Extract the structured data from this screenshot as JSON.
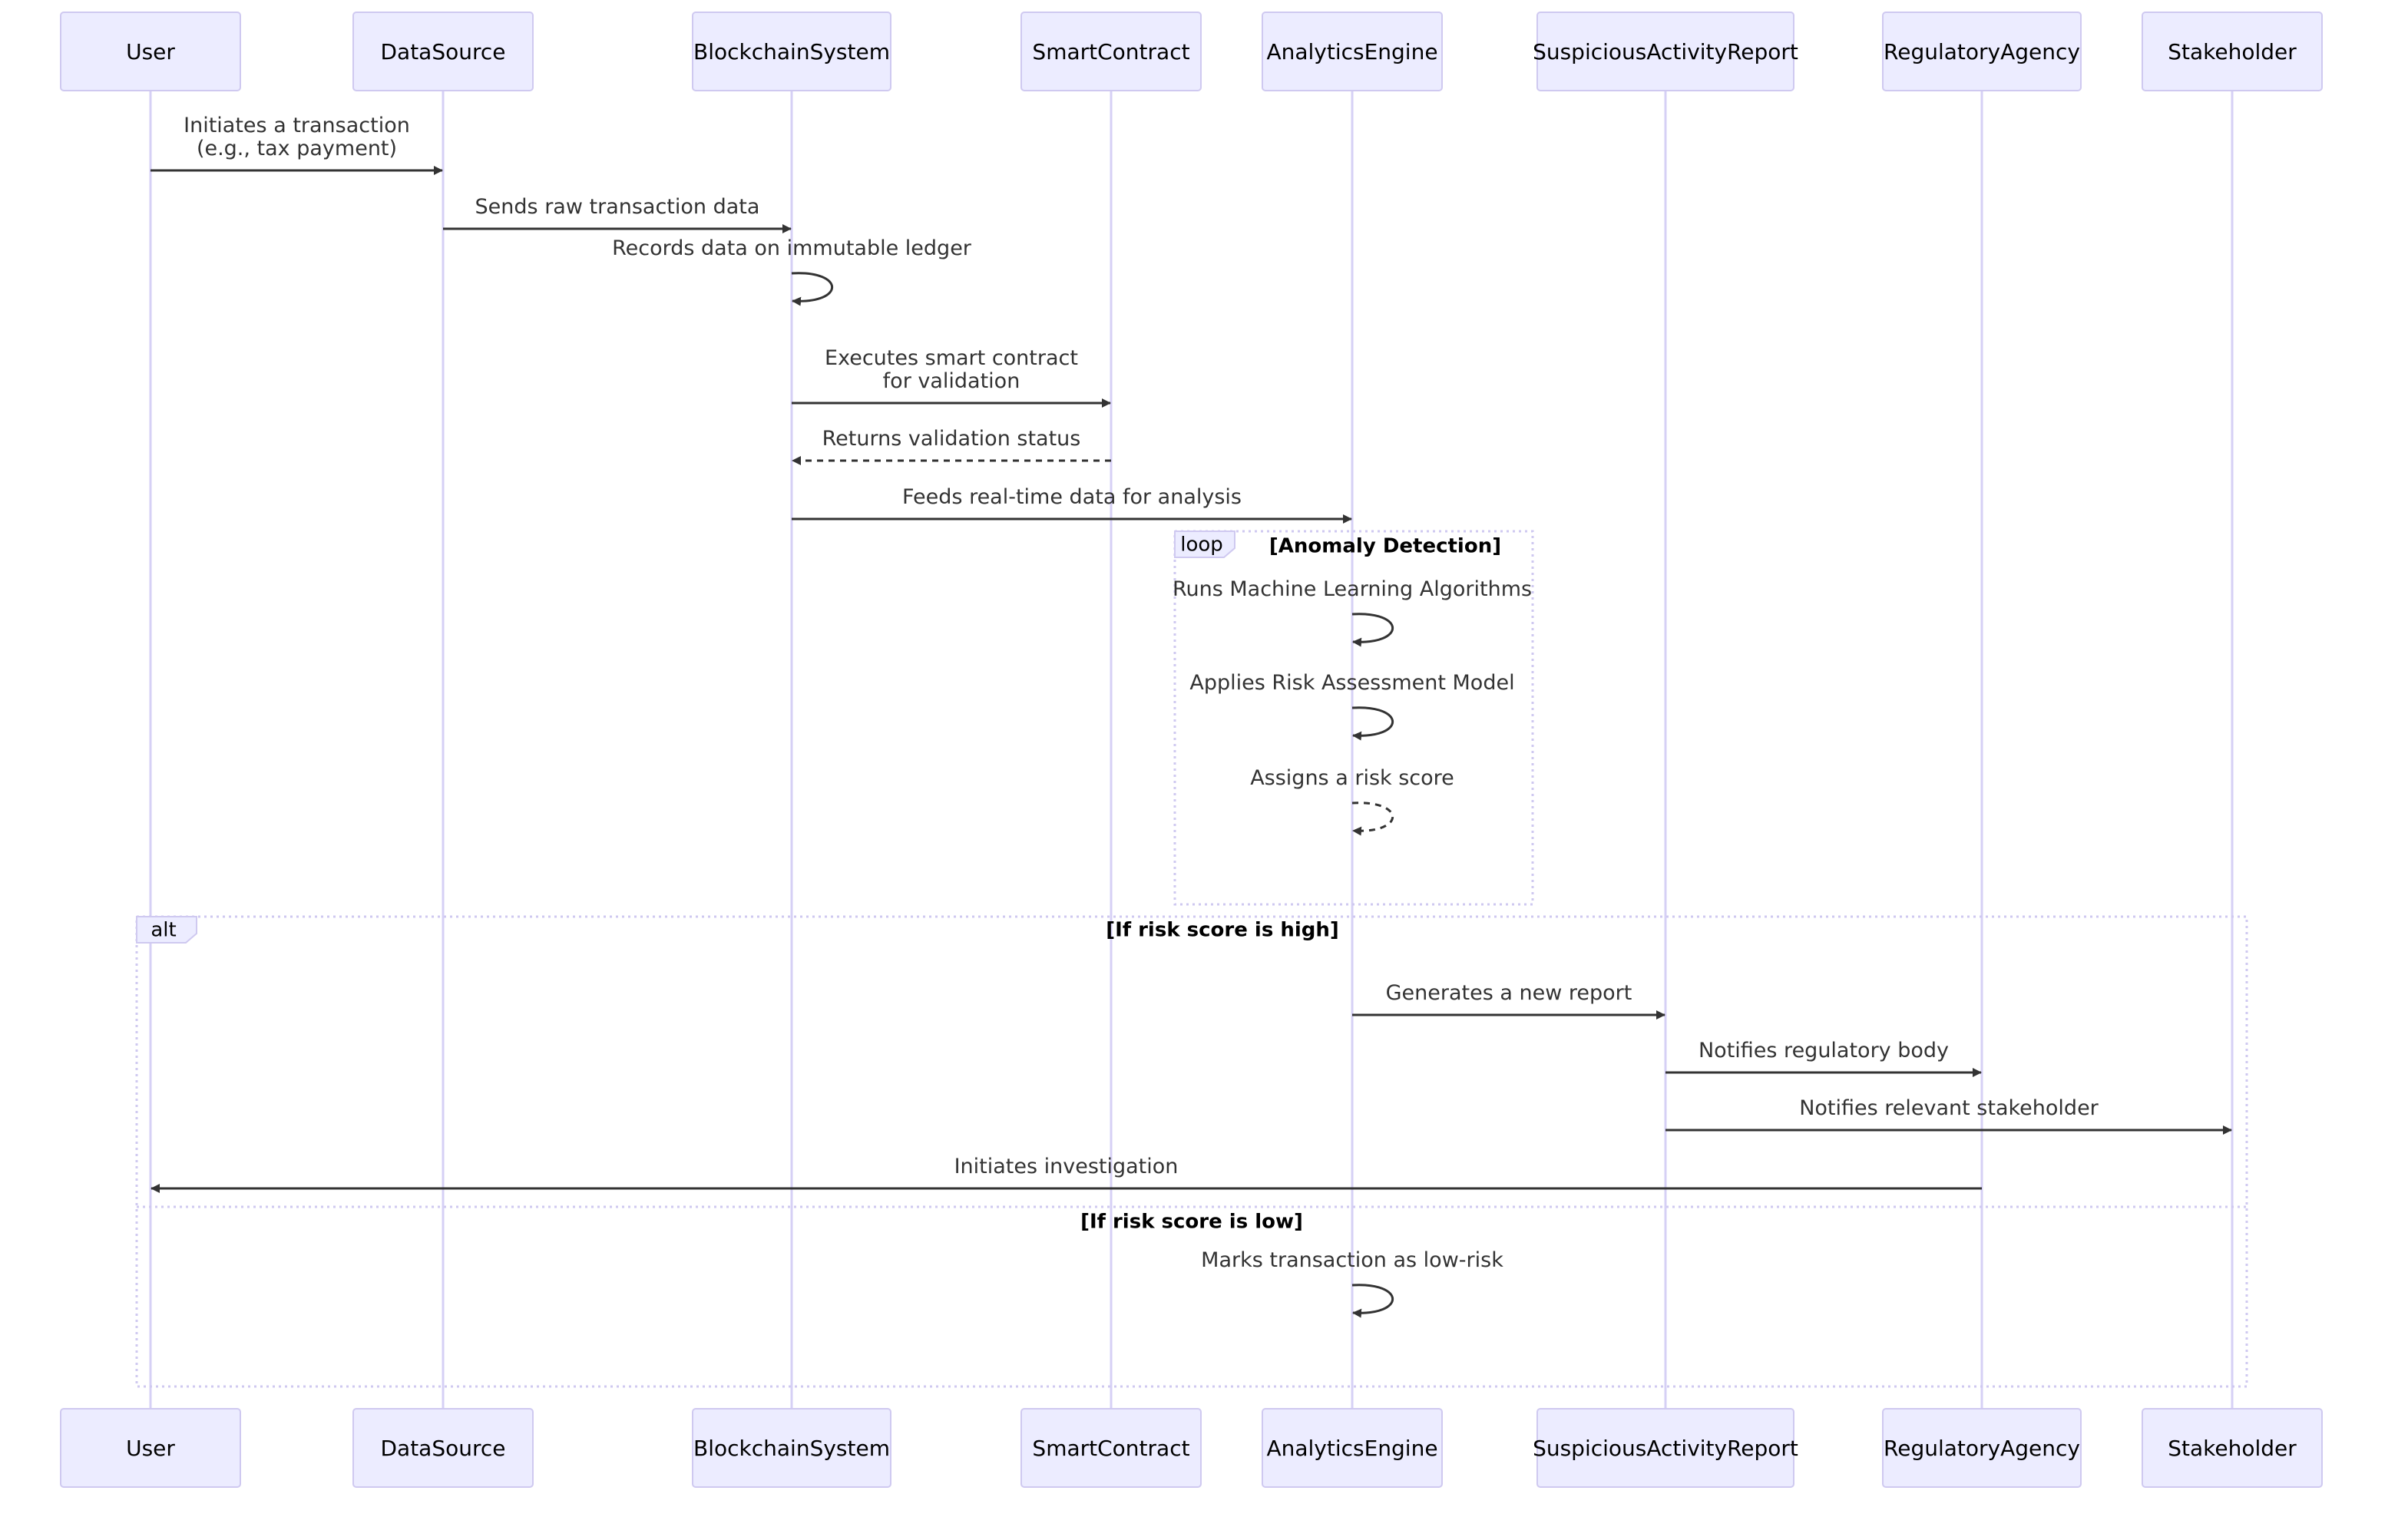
{
  "participants": [
    "User",
    "DataSource",
    "BlockchainSystem",
    "SmartContract",
    "AnalyticsEngine",
    "SuspiciousActivityReport",
    "RegulatoryAgency",
    "Stakeholder"
  ],
  "messages": [
    {
      "from": "User",
      "to": "DataSource",
      "lines": [
        "Initiates a transaction",
        "(e.g., tax payment)"
      ],
      "style": "solid"
    },
    {
      "from": "DataSource",
      "to": "BlockchainSystem",
      "lines": [
        "Sends raw transaction data"
      ],
      "style": "solid"
    },
    {
      "from": "BlockchainSystem",
      "to": "BlockchainSystem",
      "lines": [
        "Records data on immutable ledger"
      ],
      "style": "solid"
    },
    {
      "from": "BlockchainSystem",
      "to": "SmartContract",
      "lines": [
        "Executes smart contract",
        "for validation"
      ],
      "style": "solid"
    },
    {
      "from": "SmartContract",
      "to": "BlockchainSystem",
      "lines": [
        "Returns validation status"
      ],
      "style": "dashed"
    },
    {
      "from": "BlockchainSystem",
      "to": "AnalyticsEngine",
      "lines": [
        "Feeds real-time data for analysis"
      ],
      "style": "solid"
    },
    {
      "from": "AnalyticsEngine",
      "to": "AnalyticsEngine",
      "lines": [
        "Runs Machine Learning Algorithms"
      ],
      "style": "solid"
    },
    {
      "from": "AnalyticsEngine",
      "to": "AnalyticsEngine",
      "lines": [
        "Applies Risk Assessment Model"
      ],
      "style": "solid"
    },
    {
      "from": "AnalyticsEngine",
      "to": "AnalyticsEngine",
      "lines": [
        "Assigns a risk score"
      ],
      "style": "dashed"
    },
    {
      "from": "AnalyticsEngine",
      "to": "SuspiciousActivityReport",
      "lines": [
        "Generates a new report"
      ],
      "style": "solid"
    },
    {
      "from": "SuspiciousActivityReport",
      "to": "RegulatoryAgency",
      "lines": [
        "Notifies regulatory body"
      ],
      "style": "solid"
    },
    {
      "from": "SuspiciousActivityReport",
      "to": "Stakeholder",
      "lines": [
        "Notifies relevant stakeholder"
      ],
      "style": "solid"
    },
    {
      "from": "RegulatoryAgency",
      "to": "User",
      "lines": [
        "Initiates investigation"
      ],
      "style": "solid"
    },
    {
      "from": "AnalyticsEngine",
      "to": "AnalyticsEngine",
      "lines": [
        "Marks transaction as low-risk"
      ],
      "style": "solid"
    }
  ],
  "fragments": {
    "loop": {
      "kind": "loop",
      "condition": "[Anomaly Detection]"
    },
    "alt": {
      "kind": "alt",
      "condition": "[If risk score is high]",
      "else_condition": "[If risk score is low]"
    }
  },
  "colors": {
    "actor_fill": "#ECECFF",
    "actor_border": "#CFC9F0",
    "lifeline": "#D6D0F5",
    "message": "#333333"
  }
}
